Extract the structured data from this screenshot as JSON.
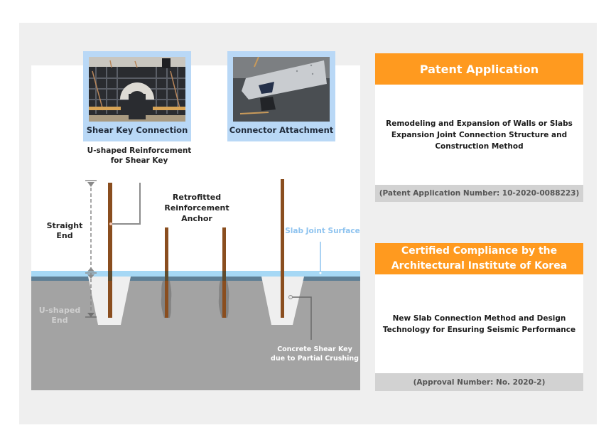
{
  "colors": {
    "accent_orange": "#ff9a1f",
    "photo_frame": "#b9d8f6",
    "slab_joint": "#9fd3f3",
    "concrete": "#a3a3a3",
    "rebar": "#8a4e1f",
    "joint_label": "#8ec3ef"
  },
  "photos": [
    {
      "caption": "Shear Key Connection",
      "icon": "shear-key-photo"
    },
    {
      "caption": "Connector Attachment",
      "icon": "connector-photo"
    }
  ],
  "diagram": {
    "u_reinforcement_label": [
      "U-shaped Reinforcement",
      "for Shear Key"
    ],
    "straight_end_label": [
      "Straight",
      "End"
    ],
    "u_shaped_end_label": [
      "U-shaped",
      "End"
    ],
    "anchor_label": [
      "Retrofitted",
      "Reinforcement",
      "Anchor"
    ],
    "slab_joint_label": "Slab Joint Surface",
    "shear_key_label": [
      "Concrete Shear Key",
      "due to Partial Crushing"
    ]
  },
  "cards": [
    {
      "title": "Patent Application",
      "body": [
        "Remodeling and Expansion of Walls or Slabs",
        "Expansion Joint Connection Structure and",
        "Construction Method"
      ],
      "footer": "(Patent Application Number: 10-2020-0088223)"
    },
    {
      "title": [
        "Certified Compliance by the",
        "Architectural Institute of Korea"
      ],
      "body": [
        "New Slab Connection Method and Design",
        "Technology for Ensuring Seismic Performance"
      ],
      "footer": "(Approval Number: No. 2020-2)"
    }
  ]
}
